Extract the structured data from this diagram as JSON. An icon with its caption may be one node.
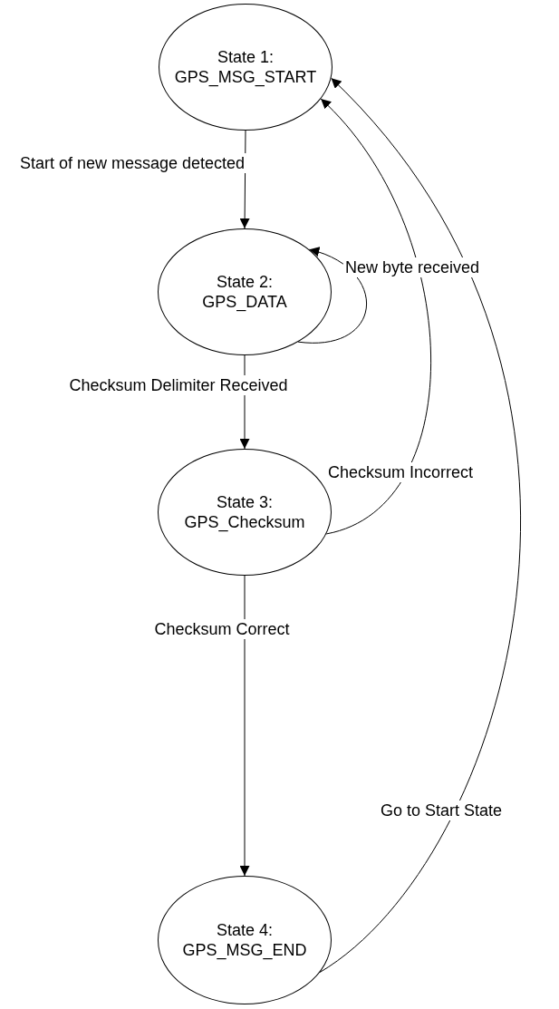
{
  "diagram": {
    "nodes": [
      {
        "text": [
          "State 1:",
          "GPS_MSG_START"
        ]
      },
      {
        "text": [
          "State 2:",
          "GPS_DATA"
        ]
      },
      {
        "text": [
          "State 3:",
          "GPS_Checksum"
        ]
      },
      {
        "text": [
          "State 4:",
          "GPS_MSG_END"
        ]
      }
    ],
    "edges": [
      {
        "from": 0,
        "to": 1,
        "arrow": "to",
        "label": "Start of new message detected"
      },
      {
        "from": 1,
        "to": 1,
        "arrow": "to",
        "label": "New byte received"
      },
      {
        "from": 1,
        "to": 2,
        "arrow": "to",
        "label": "Checksum Delimiter Received"
      },
      {
        "from": 2,
        "to": 0,
        "arrow": "to",
        "label": "Checksum Incorrect"
      },
      {
        "from": 2,
        "to": 3,
        "arrow": "to",
        "label": "Checksum Correct"
      },
      {
        "from": 3,
        "to": 0,
        "arrow": "to",
        "label": "Go to Start State"
      }
    ]
  }
}
